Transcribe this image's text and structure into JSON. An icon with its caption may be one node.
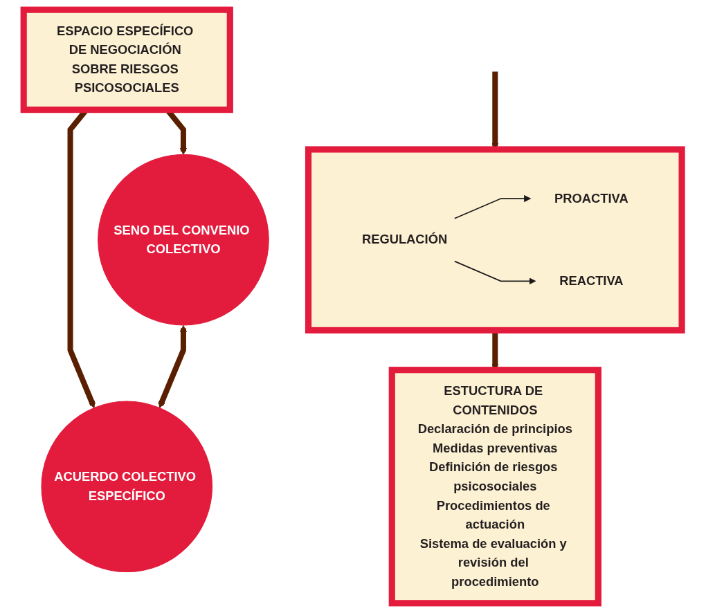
{
  "diagram": {
    "nodes": [
      {
        "text": [
          "ESPACIO ESPECÍFICO DE NEGOCIACIÓN SOBRE RIESGOS PSICOSOCIALES"
        ]
      },
      {
        "text": [
          "SENO DEL CONVENIO COLECTIVO"
        ]
      },
      {
        "text": [
          "ACUERDO COLECTIVO ESPECÍFICO"
        ]
      },
      {
        "text": [],
        "shape": "box"
      },
      {
        "text": [
          "REGULACIÓN"
        ],
        "in": 3
      },
      {
        "text": [
          "PROACTIVA"
        ],
        "in": 3
      },
      {
        "text": [
          "REACTIVA"
        ],
        "in": 3
      },
      {
        "text": [
          "ESTUCTURA DE CONTENIDOS",
          "Declaración de principios",
          "Medidas preventivas",
          "Definición de riesgos psicosociales",
          "Procedimientos de actuación",
          "Sistema de evaluación y revisión del procedimiento"
        ]
      }
    ],
    "edges": [
      {
        "from": 0,
        "to": 1,
        "arrow": "to"
      },
      {
        "from": 0,
        "to": 2,
        "arrow": "to"
      },
      {
        "from": 1,
        "to": 2,
        "arrow": "both"
      },
      {
        "from": null,
        "to": 3,
        "arrow": "to"
      },
      {
        "from": 4,
        "to": 5,
        "arrow": "to",
        "color": "#1a1a1a"
      },
      {
        "from": 4,
        "to": 6,
        "arrow": "to",
        "color": "#1a1a1a"
      },
      {
        "from": 3,
        "to": 7,
        "arrow": "to"
      }
    ]
  }
}
